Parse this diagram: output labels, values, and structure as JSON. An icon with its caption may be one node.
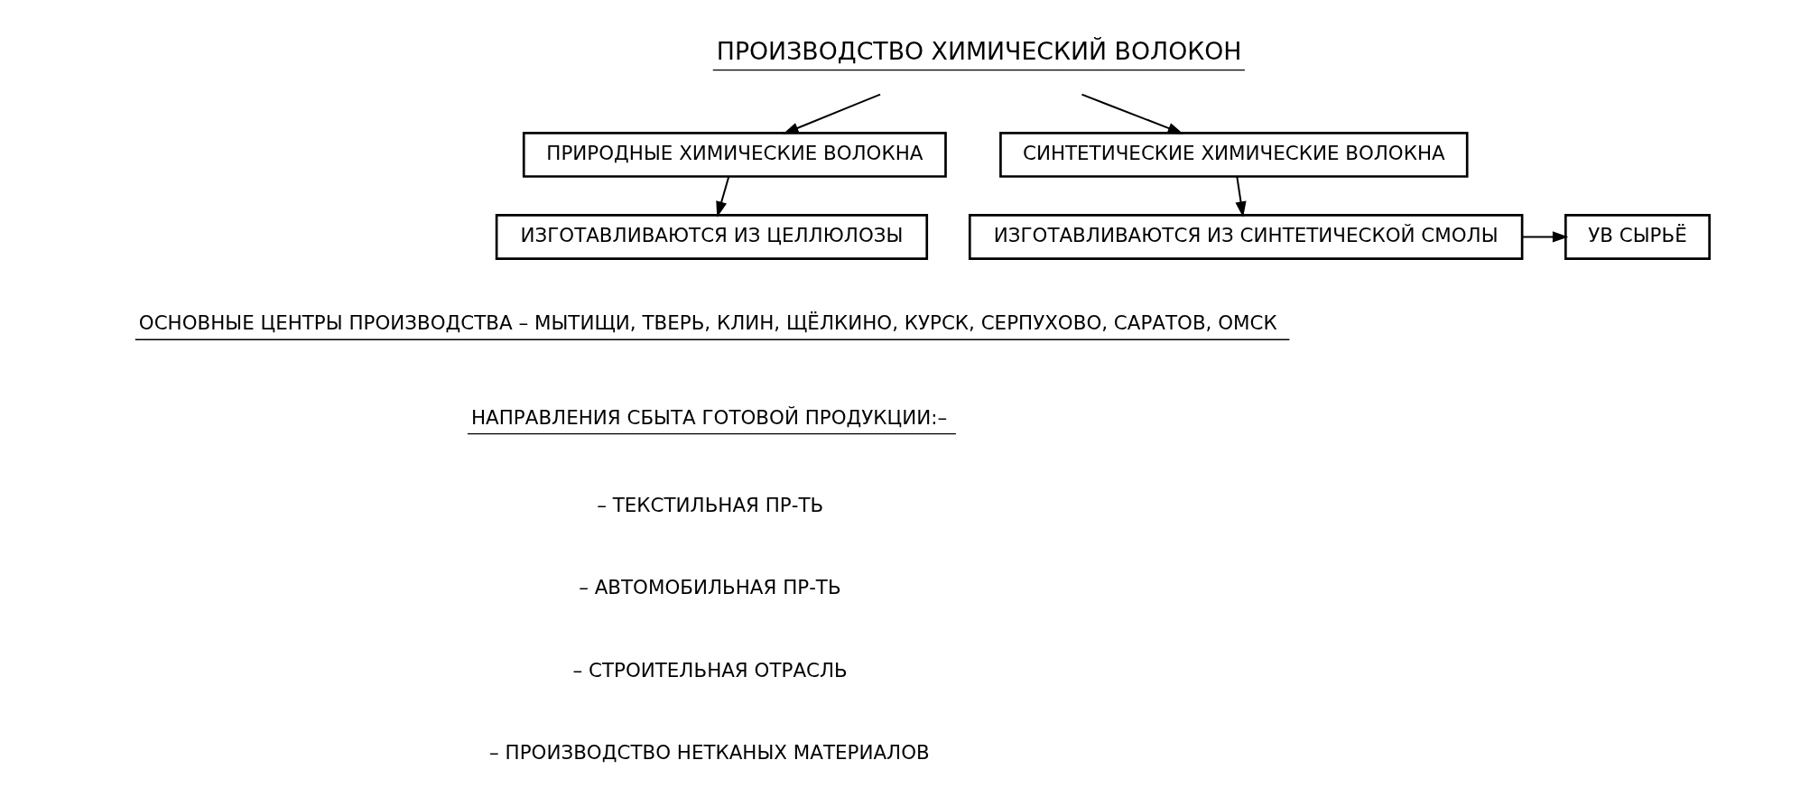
{
  "diagram": {
    "nodes": [
      {
        "text": [
          "ПРОИЗВОДСТВО ХИМИЧЕСКИЙ ВОЛОКОН"
        ]
      },
      {
        "text": [
          "ПРИРОДНЫЕ ХИМИЧЕСКИЕ ВОЛОКНА"
        ]
      },
      {
        "text": [
          "СИНТЕТИЧЕСКИЕ ХИМИЧЕСКИЕ ВОЛОКНА"
        ]
      },
      {
        "text": [
          "ИЗГОТАВЛИВАЮТСЯ ИЗ ЦЕЛЛЮЛОЗЫ"
        ]
      },
      {
        "text": [
          "ИЗГОТАВЛИВАЮТСЯ ИЗ СИНТЕТИЧЕСКОЙ СМОЛЫ"
        ]
      },
      {
        "text": [
          "УВ СЫРЬЁ"
        ]
      }
    ],
    "edges": [
      {
        "from": 0,
        "to": 1,
        "arrow": "to"
      },
      {
        "from": 0,
        "to": 2,
        "arrow": "to"
      },
      {
        "from": 1,
        "to": 3,
        "arrow": "to"
      },
      {
        "from": 2,
        "to": 4,
        "arrow": "to"
      },
      {
        "from": 4,
        "to": 5,
        "arrow": "to"
      }
    ],
    "labels": [
      "ОСНОВНЫЕ ЦЕНТРЫ ПРОИЗВОДСТВА – МЫТИЩИ, ТВЕРЬ, КЛИН, ЩЁЛКИНО, КУРСК, СЕРПУХОВО, САРАТОВ, ОМСК",
      "НАПРАВЛЕНИЯ СБЫТА ГОТОВОЙ ПРОДУКЦИИ:–",
      "– ТЕКСТИЛЬНАЯ ПР-ТЬ",
      "– АВТОМОБИЛЬНАЯ ПР-ТЬ",
      "– СТРОИТЕЛЬНАЯ ОТРАСЛЬ",
      "– ПРОИЗВОДСТВО НЕТКАНЫХ МАТЕРИАЛОВ"
    ]
  }
}
